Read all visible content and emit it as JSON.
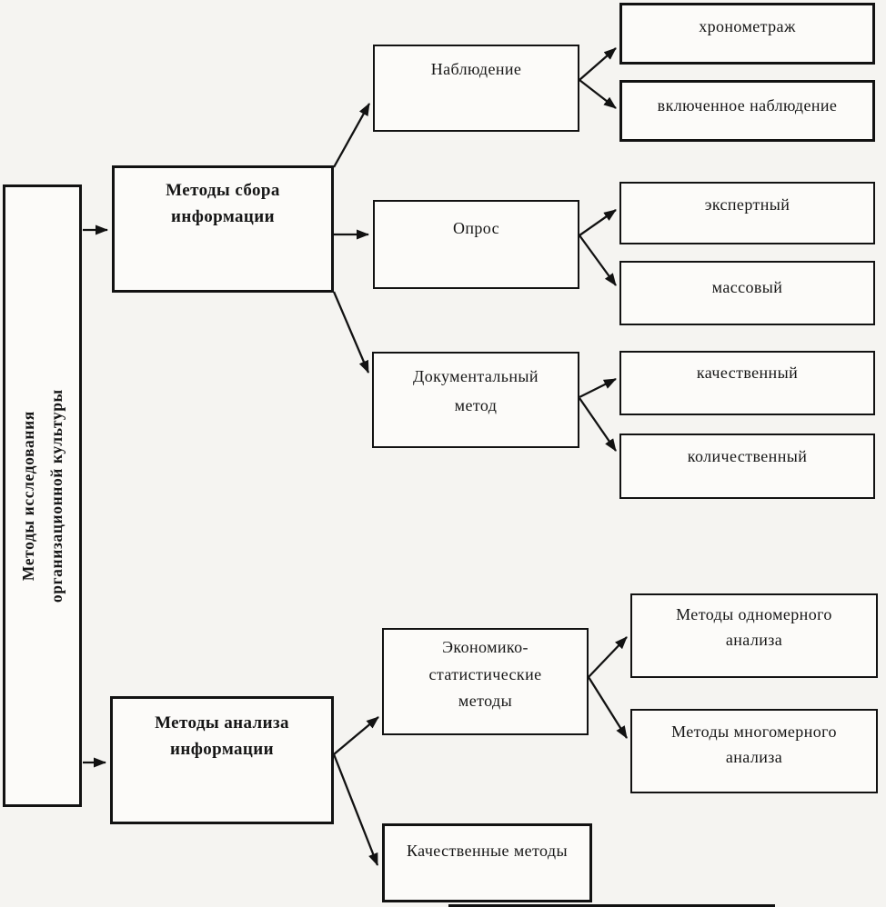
{
  "title": "Методы исследования организационной культуры",
  "colors": {
    "background": "#f5f4f1",
    "box_fill": "#fcfbf9",
    "border": "#121212",
    "text": "#161616"
  },
  "nodes": {
    "root": {
      "lines": [
        "Методы исследования",
        "организационной культуры"
      ]
    },
    "collect": {
      "lines": [
        "Методы сбора",
        "информации"
      ]
    },
    "observation": {
      "label": "Наблюдение"
    },
    "timekeeping": {
      "label": "хронометраж"
    },
    "participant_observation": {
      "label": "включенное наблюдение"
    },
    "survey": {
      "label": "Опрос"
    },
    "expert": {
      "label": "экспертный"
    },
    "mass": {
      "label": "массовый"
    },
    "documentary": {
      "lines": [
        "Документальный",
        "метод"
      ]
    },
    "qualitative": {
      "label": "качественный"
    },
    "quantitative": {
      "label": "количественный"
    },
    "analyze": {
      "lines": [
        "Методы анализа",
        "информации"
      ]
    },
    "econ_stat": {
      "lines": [
        "Экономико-",
        "статистические",
        "методы"
      ]
    },
    "univariate": {
      "lines": [
        "Методы одномерного",
        "анализа"
      ]
    },
    "multivariate": {
      "lines": [
        "Методы многомерного",
        "анализа"
      ]
    },
    "qualitative_methods": {
      "label": "Качественные методы"
    }
  }
}
